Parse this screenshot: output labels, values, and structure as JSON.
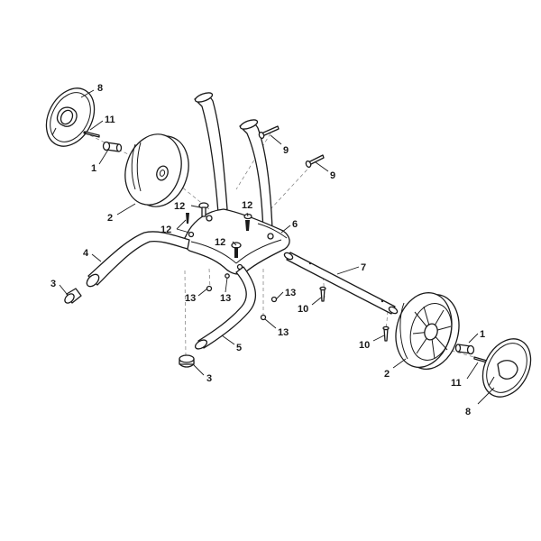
{
  "diagram": {
    "callouts": [
      {
        "id": "c8a",
        "text": "8"
      },
      {
        "id": "c11a",
        "text": "11"
      },
      {
        "id": "c1a",
        "text": "1"
      },
      {
        "id": "c2a",
        "text": "2"
      },
      {
        "id": "c9a",
        "text": "9"
      },
      {
        "id": "c9b",
        "text": "9"
      },
      {
        "id": "c12a",
        "text": "12"
      },
      {
        "id": "c12b",
        "text": "12"
      },
      {
        "id": "c12c",
        "text": "12"
      },
      {
        "id": "c12d",
        "text": "12"
      },
      {
        "id": "c6",
        "text": "6"
      },
      {
        "id": "c4",
        "text": "4"
      },
      {
        "id": "c7",
        "text": "7"
      },
      {
        "id": "c3a",
        "text": "3"
      },
      {
        "id": "c13a",
        "text": "13"
      },
      {
        "id": "c13b",
        "text": "13"
      },
      {
        "id": "c13c",
        "text": "13"
      },
      {
        "id": "c13d",
        "text": "13"
      },
      {
        "id": "c10a",
        "text": "10"
      },
      {
        "id": "c10b",
        "text": "10"
      },
      {
        "id": "c5",
        "text": "5"
      },
      {
        "id": "c3b",
        "text": "3"
      },
      {
        "id": "c1b",
        "text": "1"
      },
      {
        "id": "c2b",
        "text": "2"
      },
      {
        "id": "c11b",
        "text": "11"
      },
      {
        "id": "c8b",
        "text": "8"
      }
    ]
  }
}
